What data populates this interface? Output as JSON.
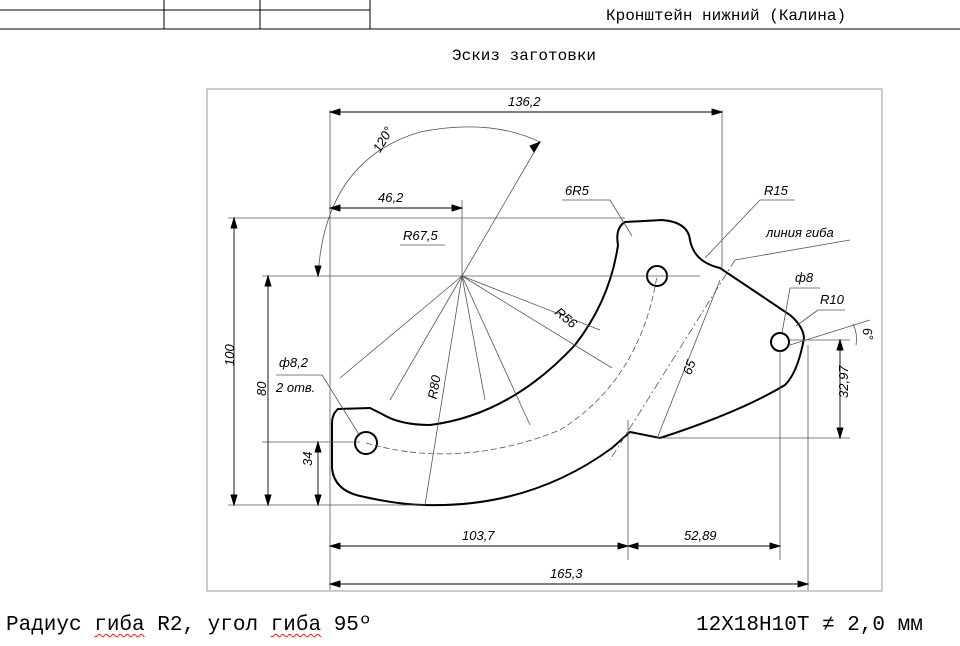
{
  "header": {
    "title": "Кронштейн нижний (Калина)",
    "subtitle": "Эскиз заготовки"
  },
  "footer": {
    "bend_prefix": "Радиус ",
    "bend_word1": "гиба",
    "bend_mid": " R2, угол ",
    "bend_word2": "гиба",
    "bend_suffix": " 95º",
    "material": "12Х18Н10Т ≠ 2,0 мм"
  },
  "dims": {
    "d136": "136,2",
    "d120": "120°",
    "d46": "46,2",
    "d6r5": "6R5",
    "r15": "R15",
    "bend_line": "линия гиба",
    "r67": "R67,5",
    "phi8": "ф8",
    "r10": "R10",
    "ang6": "6°",
    "r56": "R56",
    "d65": "65",
    "phi82": "ф8,2",
    "holes": "2 отв.",
    "d100": "100",
    "d80": "80",
    "r80": "R80",
    "d3297": "32,97",
    "d34": "34",
    "d1037": "103,7",
    "d5289": "52,89",
    "d1653": "165,3"
  },
  "colors": {
    "ink": "#000000",
    "thin": "#555555",
    "frame": "#999999",
    "underline": "#dd2222"
  }
}
